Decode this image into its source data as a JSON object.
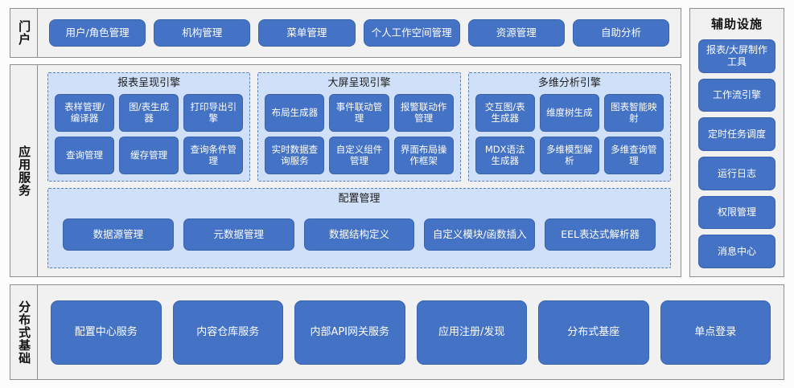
{
  "colors": {
    "chip_blue": "#4472C4",
    "chip_border": "#3A63AD",
    "group_fill": "#CFE0F8",
    "group_border": "#5A7FB8",
    "panel_fill": "#F1F1F1",
    "panel_border": "#8E8E8E",
    "page_bg": "#FCFCFC",
    "chip_text": "#FFFFFF"
  },
  "portal": {
    "label": "门户",
    "items": [
      {
        "label": "用户/角色管理"
      },
      {
        "label": "机构管理"
      },
      {
        "label": "菜单管理"
      },
      {
        "label": "个人工作空间管理"
      },
      {
        "label": "资源管理"
      },
      {
        "label": "自助分析"
      }
    ]
  },
  "app_services": {
    "label": "应用服务",
    "engines": [
      {
        "title": "报表呈现引擎",
        "items": [
          {
            "label": "表样管理/编译器"
          },
          {
            "label": "图/表生成器"
          },
          {
            "label": "打印导出引擎"
          },
          {
            "label": "查询管理"
          },
          {
            "label": "缓存管理"
          },
          {
            "label": "查询条件管理"
          }
        ]
      },
      {
        "title": "大屏呈现引擎",
        "items": [
          {
            "label": "布局生成器"
          },
          {
            "label": "事件联动管理"
          },
          {
            "label": "报警联动作管理"
          },
          {
            "label": "实时数据查询服务"
          },
          {
            "label": "自定义组件管理"
          },
          {
            "label": "界面布局操作框架"
          }
        ]
      },
      {
        "title": "多维分析引擎",
        "items": [
          {
            "label": "交互图/表生成器"
          },
          {
            "label": "维度树生成"
          },
          {
            "label": "图表智能映射"
          },
          {
            "label": "MDX语法生成器"
          },
          {
            "label": "多维模型解析"
          },
          {
            "label": "多维查询管理"
          }
        ]
      }
    ],
    "config": {
      "title": "配置管理",
      "items": [
        {
          "label": "数据源管理"
        },
        {
          "label": "元数据管理"
        },
        {
          "label": "数据结构定义"
        },
        {
          "label": "自定义模块/函数插入"
        },
        {
          "label": "EEL表达式解析器"
        }
      ]
    }
  },
  "aux_facilities": {
    "title": "辅助设施",
    "items": [
      {
        "label": "报表/大屏制作工具"
      },
      {
        "label": "工作流引擎"
      },
      {
        "label": "定时任务调度"
      },
      {
        "label": "运行日志"
      },
      {
        "label": "权限管理"
      },
      {
        "label": "消息中心"
      }
    ]
  },
  "distributed_base": {
    "label": "分布式基础",
    "items": [
      {
        "label": "配置中心服务"
      },
      {
        "label": "内容仓库服务"
      },
      {
        "label": "内部API网关服务"
      },
      {
        "label": "应用注册/发现"
      },
      {
        "label": "分布式基座"
      },
      {
        "label": "单点登录"
      }
    ]
  }
}
